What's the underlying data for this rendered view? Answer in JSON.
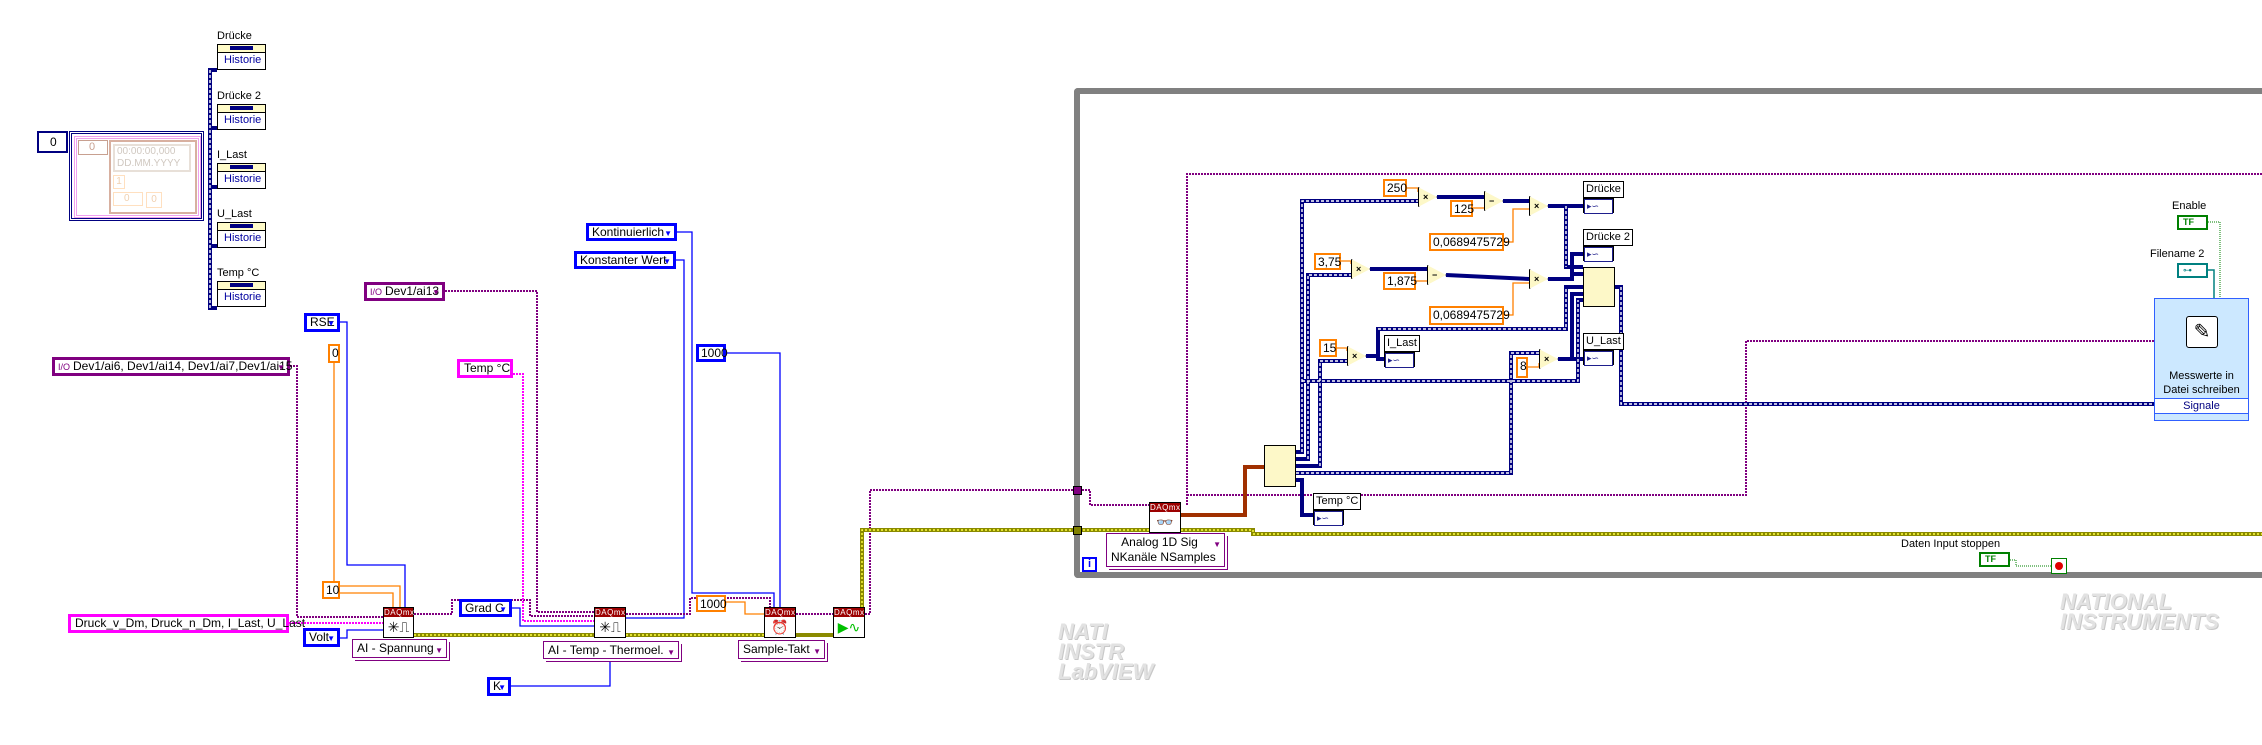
{
  "left_cluster": {
    "index": "0",
    "inner_index": "0",
    "timestamp_time": "00:00:00,000",
    "timestamp_date": "DD.MM.YYYY",
    "numeric_1": "1",
    "inner_index_2": "0",
    "numeric_2": "0"
  },
  "history_nodes": [
    {
      "label": "Drücke",
      "value": "Historie"
    },
    {
      "label": "Drücke 2",
      "value": "Historie"
    },
    {
      "label": "I_Last",
      "value": "Historie"
    },
    {
      "label": "U_Last",
      "value": "Historie"
    },
    {
      "label": "Temp °C",
      "value": "Historie"
    }
  ],
  "voltage_task": {
    "channels": "Dev1/ai6, Dev1/ai14, Dev1/ai7,Dev1/ai15",
    "channel_names": "Druck_v_Dm, Druck_n_Dm, I_Last, U_Last",
    "terminal_config": "RSE",
    "min": "0",
    "max": "10",
    "units": "Volt",
    "vi_type": "AI - Spannung"
  },
  "temp_task": {
    "channel": "Dev1/ai13",
    "channel_name": "Temp °C",
    "units": "Grad C",
    "thermocouple_type": "K",
    "vi_type": "AI - Temp - Thermoel."
  },
  "timing": {
    "sample_mode": "Kontinuierlich",
    "cjc_source": "Konstanter Wert",
    "rate": "1000",
    "samples": "1000",
    "vi_type": "Sample-Takt"
  },
  "daqmx_header": "DAQmx",
  "loop": {
    "iteration_terminal": "i",
    "read_mode": [
      "Analog 1D Sig",
      "NKanäle NSamples"
    ],
    "constants": {
      "c250": "250",
      "c125": "125",
      "c_factor_1": "0,0689475729",
      "c375": "3,75",
      "c1875": "1,875",
      "c_factor_2": "0,0689475729",
      "c15": "15",
      "c8": "8"
    },
    "operators": {
      "multiply": "×",
      "subtract": "−"
    },
    "indicators": [
      "Drücke",
      "Drücke 2",
      "I_Last",
      "U_Last",
      "Temp °C"
    ],
    "enable_label": "Enable",
    "filename_label": "Filename 2",
    "bool_glyph": "TF",
    "express_vi": {
      "title_line1": "Messwerte in",
      "title_line2": "Datei schreiben",
      "input": "Signale"
    },
    "stop_label": "Daten Input stoppen"
  },
  "watermarks": {
    "ni_right": [
      "NATIONAL",
      "INSTRUMENTS"
    ],
    "ni_left": [
      "NATI",
      "INSTR",
      "LabVIEW"
    ]
  },
  "colors": {
    "loop_frame": "#808080",
    "daqmx_header": "#9c0000",
    "enum": "#0000ff",
    "numeric_const": "#ff8000",
    "string": "#ff00ff",
    "task": "#800080",
    "error": "#c8c800",
    "waveform": "#000080"
  }
}
